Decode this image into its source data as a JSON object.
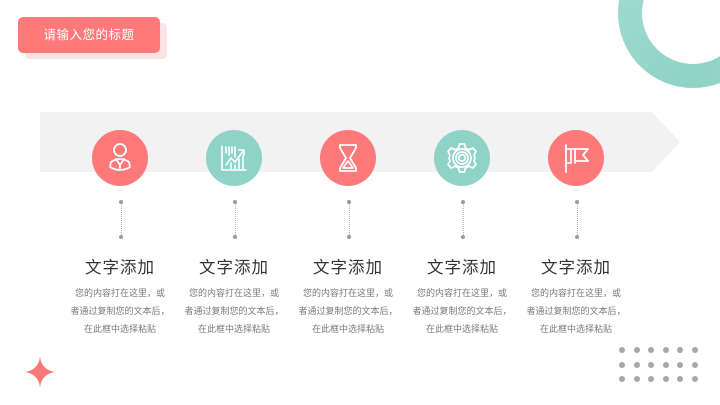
{
  "title": {
    "label": "请输入您的标题"
  },
  "colors": {
    "coral": "#fe7a7a",
    "teal": "#8fd3c8",
    "band": "#f2f2f2",
    "heading": "#333333",
    "body_text": "#7a7a7a",
    "dot": "#a7a7a7"
  },
  "steps": [
    {
      "icon": "person-icon",
      "color": "coral",
      "heading": "文字添加",
      "lines": [
        "您的内容打在这里，或",
        "者通过复制您的文本后，",
        "在此框中选择粘贴"
      ]
    },
    {
      "icon": "growth-chart-icon",
      "color": "teal",
      "heading": "文字添加",
      "lines": [
        "您的内容打在这里，或",
        "者通过复制您的文本后，",
        "在此框中选择粘贴"
      ]
    },
    {
      "icon": "hourglass-icon",
      "color": "coral",
      "heading": "文字添加",
      "lines": [
        "您的内容打在这里，或",
        "者通过复制您的文本后，",
        "在此框中选择粘贴"
      ]
    },
    {
      "icon": "gear-icon",
      "color": "teal",
      "heading": "文字添加",
      "lines": [
        "您的内容打在这里，或",
        "者通过复制您的文本后，",
        "在此框中选择粘贴"
      ]
    },
    {
      "icon": "flag-icon",
      "color": "coral",
      "heading": "文字添加",
      "lines": [
        "您的内容打在这里，或",
        "者通过复制您的文本后，",
        "在此框中选择粘贴"
      ]
    }
  ],
  "decorations": {
    "ring": "teal-ring-decoration",
    "star": "four-point-star-icon",
    "dot_grid": {
      "rows": 3,
      "cols": 6
    }
  }
}
